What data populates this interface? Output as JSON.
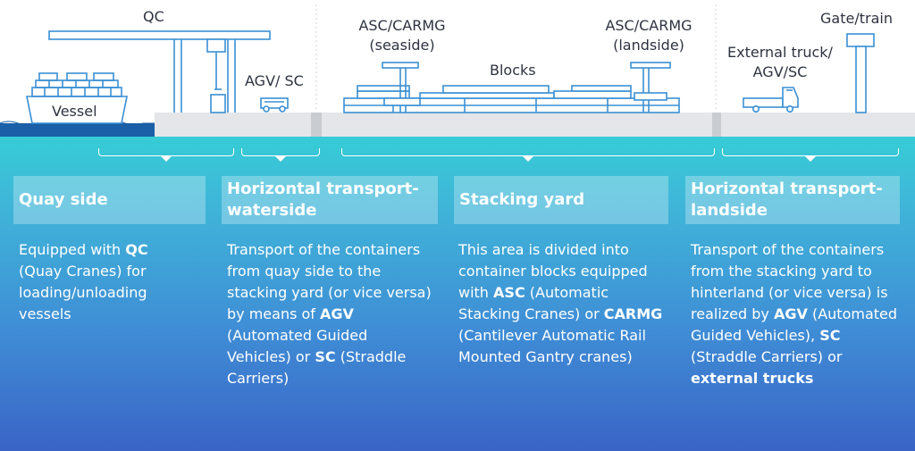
{
  "scene": {
    "qc_label": "QC",
    "vessel_label": "Vessel",
    "agv_sc_label": "AGV/ SC",
    "asc_seaside_line1": "ASC/CARMG",
    "asc_seaside_line2": "(seaside)",
    "blocks_label": "Blocks",
    "asc_landside_line1": "ASC/CARMG",
    "asc_landside_line2": "(landside)",
    "ext_truck_line1": "External truck/",
    "ext_truck_line2": "AGV/SC",
    "gate_label": "Gate/train"
  },
  "sections": [
    {
      "title": "Quay side",
      "desc_parts": [
        "Equipped with ",
        "QC",
        " (Quay Cranes) for loading/unloading vessels"
      ]
    },
    {
      "title_line1": "Horizontal transport-",
      "title_line2": "waterside",
      "desc_parts": [
        "Transport of the containers from quay side to the stacking yard (or vice versa) by means of ",
        "AGV",
        " (Automated Guided Vehicles) or ",
        "SC",
        " (Straddle Carriers)"
      ]
    },
    {
      "title": "Stacking yard",
      "desc_parts": [
        "This area is divided into container blocks equipped with ",
        "ASC",
        " (Automatic Stacking Cranes) or ",
        "CARMG",
        " (Cantilever Automatic Rail Mounted Gantry cranes)"
      ]
    },
    {
      "title_line1": "Horizontal transport-",
      "title_line2": "landside",
      "desc_parts": [
        "Transport of the containers from the stacking yard to hinterland (or vice versa) is realized by ",
        "AGV",
        " (Automated Guided Vehicles), ",
        "SC",
        " (Straddle Carriers) or ",
        "external trucks",
        ""
      ]
    }
  ],
  "colors": {
    "line": "#3a8fd3",
    "water": "#1a5fa8",
    "ground": "#e3e5e8"
  }
}
